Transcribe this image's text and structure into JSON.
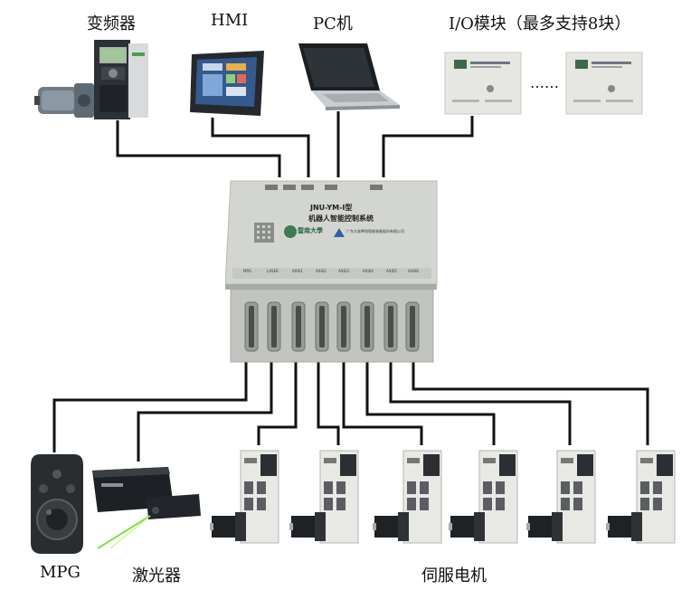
{
  "labels": {
    "vfd": "变频器",
    "hmi": "HMI",
    "pc": "PC机",
    "io": "I/O模块（最多支持8块）",
    "mpg": "MPG",
    "laser": "激光器",
    "servo": "伺服电机"
  },
  "controller": {
    "model": "JNU-YM-Ⅰ型",
    "name": "机器人智能控制系统",
    "university": "暨南大學",
    "company": "广东大族粤铭智能装备股份有限公司",
    "port_labels": [
      "MPG",
      "LASER",
      "AXIS1",
      "AXIS2",
      "AXIS3",
      "AXIS4",
      "AXIS5",
      "AXIS6"
    ]
  },
  "io_module": {
    "ellipsis": "……"
  },
  "servo_count": 6,
  "colors": {
    "wire": "#111111",
    "controller_body": "#d9dcd6",
    "drive_body": "#e8e8e4"
  }
}
